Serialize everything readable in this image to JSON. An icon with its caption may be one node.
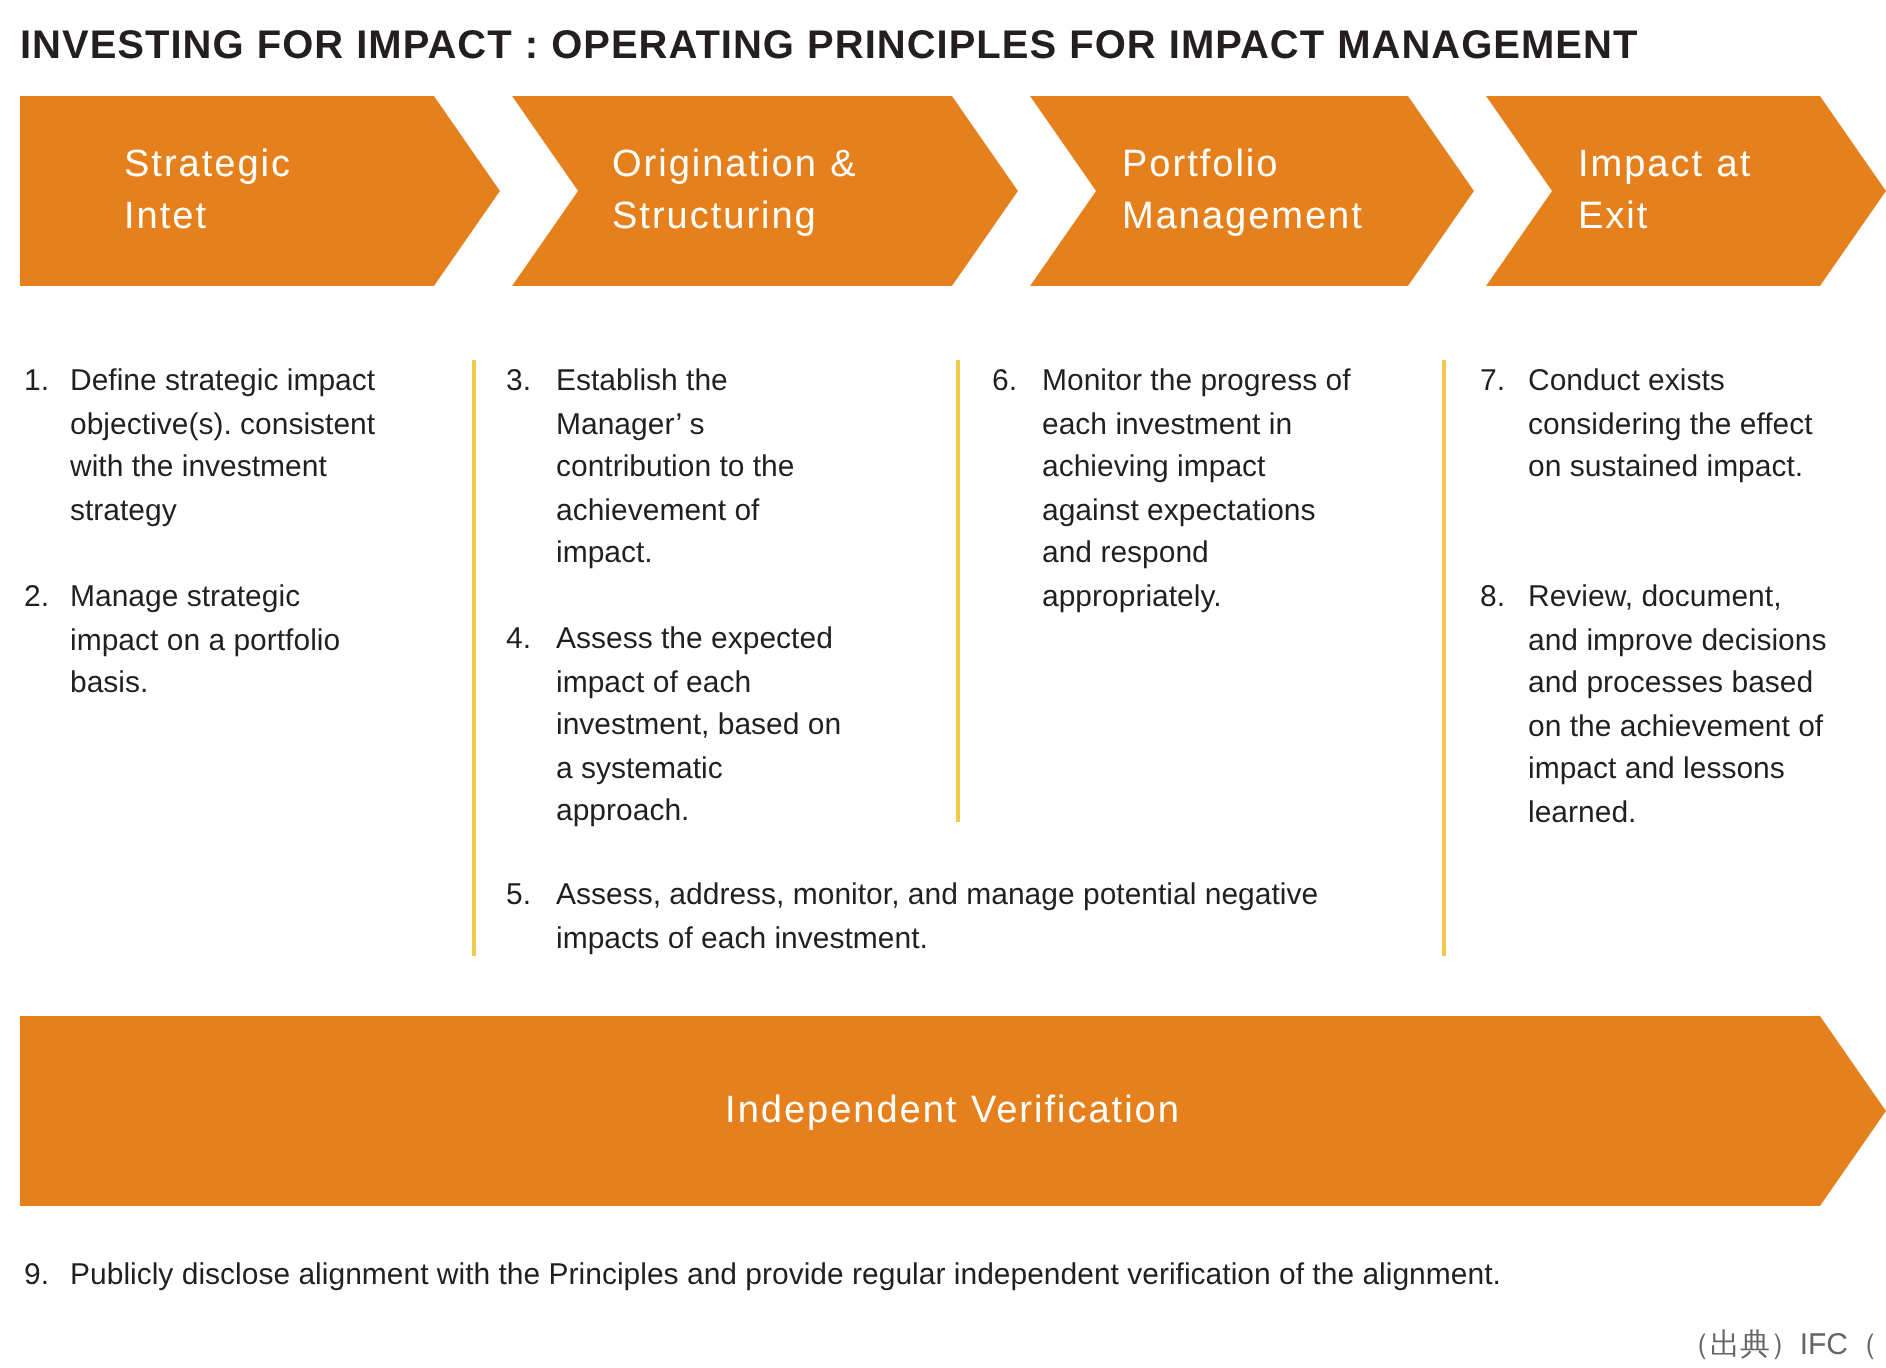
{
  "diagram": {
    "title": "INVESTING FOR IMPACT : OPERATING PRINCIPLES FOR IMPACT MANAGEMENT",
    "nodes": [
      {
        "text": [
          "Strategic Intet"
        ]
      },
      {
        "text": [
          "Origination & Structuring"
        ]
      },
      {
        "text": [
          "Portfolio Management"
        ]
      },
      {
        "text": [
          "Impact at Exit"
        ]
      },
      {
        "text": [
          "Independent Verification"
        ]
      }
    ],
    "labels": [
      "1.",
      "Define strategic impact objective(s). consistent with the investment strategy",
      "2.",
      "Manage strategic impact on a portfolio basis.",
      "3.",
      "Establish the Manager’ s contribution to the achievement of impact.",
      "4.",
      "Assess the expected impact of each investment, based on a systematic approach.",
      "5.",
      "Assess, address, monitor, and manage potential negative impacts of each investment.",
      "6.",
      "Monitor the progress of each investment in achieving impact against expectations and respond appropriately.",
      "7.",
      "Conduct exists considering the effect on sustained impact.",
      "8.",
      "Review, document, and improve decisions and processes based on the achievement of impact and lessons learned.",
      "9.",
      "Publicly disclose alignment with the Principles and provide regular independent verification of the alignment."
    ],
    "caption": "（出典）IFC（"
  }
}
